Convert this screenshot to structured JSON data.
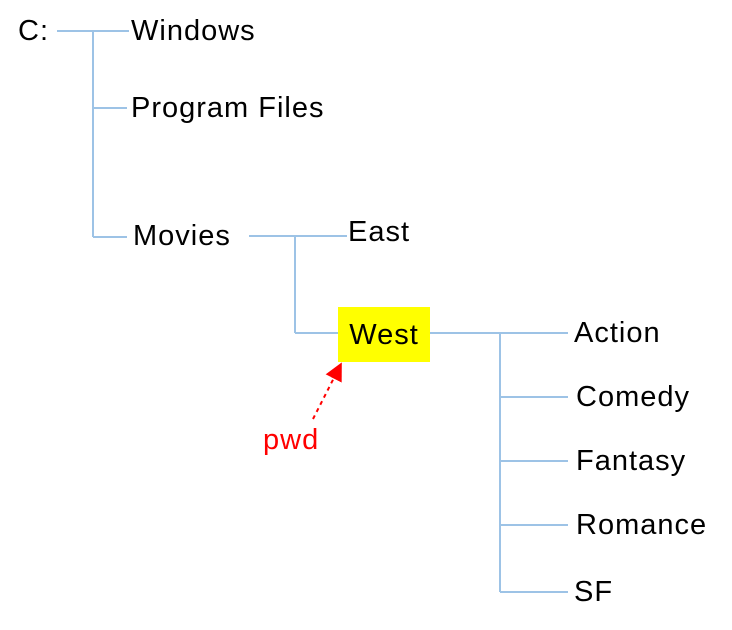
{
  "diagram": {
    "root": {
      "label": "C:"
    },
    "level1": [
      {
        "label": "Windows"
      },
      {
        "label": "Program Files"
      },
      {
        "label": "Movies"
      }
    ],
    "level2": [
      {
        "label": "East"
      },
      {
        "label": "West",
        "highlighted": true
      }
    ],
    "level3": [
      {
        "label": "Action"
      },
      {
        "label": "Comedy"
      },
      {
        "label": "Fantasy"
      },
      {
        "label": "Romance"
      },
      {
        "label": "SF"
      }
    ],
    "annotation": {
      "label": "pwd",
      "points_to": "West"
    }
  },
  "colors": {
    "connector": "#9DC3E6",
    "highlight": "#FFFF00",
    "annotation": "#FF0000",
    "text": "#000000",
    "background": "#FFFFFF"
  }
}
